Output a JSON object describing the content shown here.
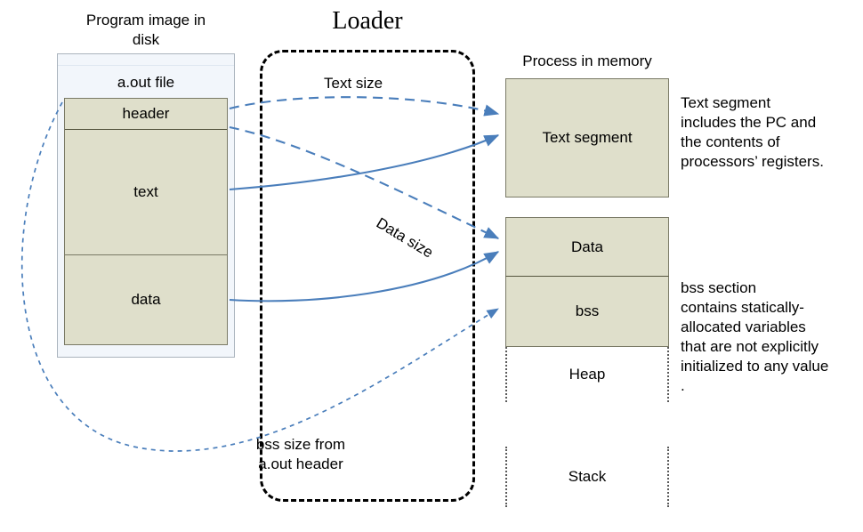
{
  "diagram": {
    "title_loader": "Loader",
    "disk": {
      "caption": "Program image in\ndisk",
      "file_label": "a.out file",
      "segments": [
        {
          "name": "header",
          "label": "header"
        },
        {
          "name": "text",
          "label": "text"
        },
        {
          "name": "data",
          "label": "data"
        }
      ]
    },
    "memory": {
      "caption": "Process in memory",
      "segments": [
        {
          "name": "text-segment",
          "label": "Text\nsegment"
        },
        {
          "name": "data",
          "label": "Data"
        },
        {
          "name": "bss",
          "label": "bss"
        },
        {
          "name": "heap",
          "label": "Heap"
        },
        {
          "name": "stack",
          "label": "Stack"
        }
      ]
    },
    "arrow_labels": {
      "text_size": "Text size",
      "data_size": "Data size",
      "bss_size": "bss size from\na.out header"
    },
    "notes": {
      "text_segment": "Text segment\nincludes the PC and\nthe contents of\nprocessors’ registers.",
      "bss_section": "bss section\ncontains statically-\nallocated variables\nthat are not explicitly\ninitialized to any value\n."
    },
    "colors": {
      "segment_fill": "#dfdfcb",
      "segment_stroke": "#7a7a66",
      "disk_panel_fill": "#f2f6fb",
      "disk_panel_stroke": "#aab3bd",
      "arrow_blue": "#4a7ebb",
      "loader_stroke": "#000000",
      "dotted_gray": "#5a5a5a",
      "text_color": "#000000"
    }
  }
}
